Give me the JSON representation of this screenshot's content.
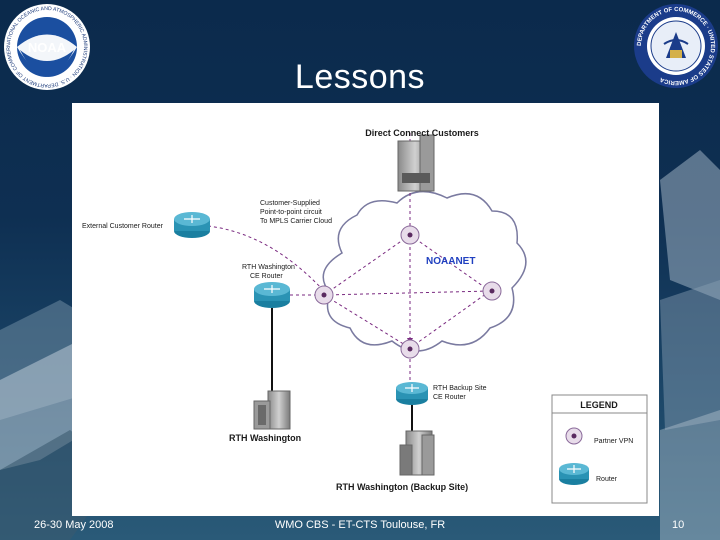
{
  "slide": {
    "title": "Lessons",
    "footer_left": "26-30 May 2008",
    "footer_center": "WMO CBS - ET-CTS Toulouse, FR",
    "footer_right": "10"
  },
  "logos": {
    "left": "NOAA",
    "left_ring": "NATIONAL OCEANIC AND ATMOSPHERIC ADMINISTRATION · U.S. DEPARTMENT OF COMMERCE",
    "right_ring": "DEPARTMENT OF COMMERCE · UNITED STATES OF AMERICA"
  },
  "diagram": {
    "direct_connect_label": "Direct Connect Customers",
    "external_router_label": "External Customer Router",
    "circuit_label_1": "Customer-Supplied",
    "circuit_label_2": "Point-to-point circuit",
    "circuit_label_3": "To MPLS Carrier Cloud",
    "noaanet_label": "NOAANET",
    "rth_ce_label_1": "RTH Washington",
    "rth_ce_label_2": "CE Router",
    "backup_ce_label_1": "RTH Backup Site",
    "backup_ce_label_2": "CE Router",
    "rth_washington_label": "RTH Washington",
    "rth_backup_label": "RTH Washington (Backup Site)"
  },
  "legend": {
    "title": "LEGEND",
    "partner_vpn": "Partner VPN",
    "router": "Router"
  },
  "colors": {
    "cloud_stroke": "#7a7aa0",
    "link_purple": "#7a2a80",
    "router_teal": "#1a7fa0",
    "noaanet_blue": "#2040c0"
  }
}
